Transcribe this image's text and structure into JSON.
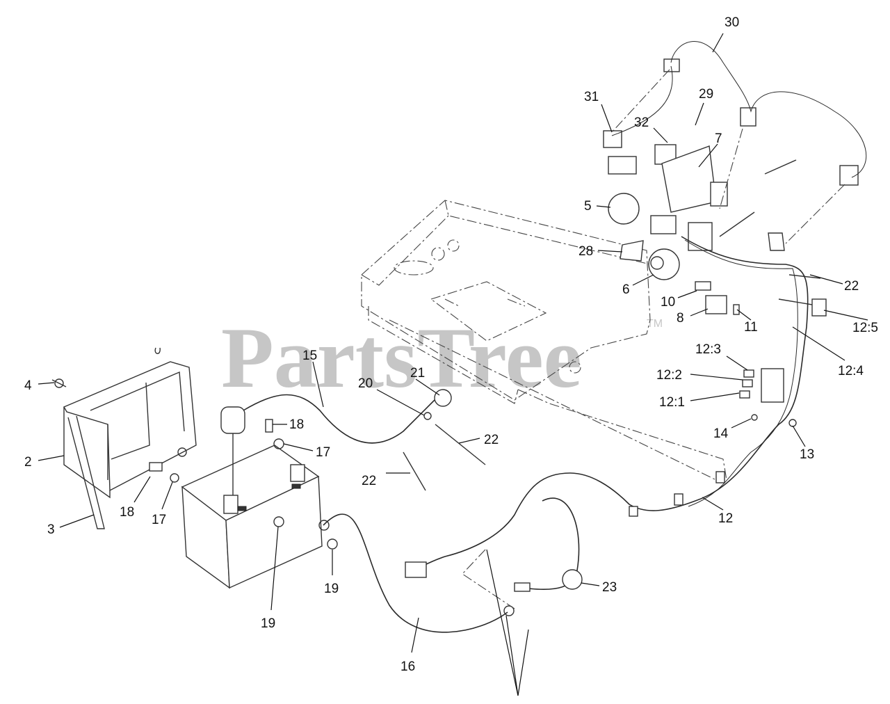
{
  "watermark": {
    "text": "PartsTree",
    "mark": "TM"
  },
  "callouts": [
    "2",
    "3",
    "4",
    "5",
    "6",
    "7",
    "8",
    "10",
    "11",
    "12",
    "12:1",
    "12:2",
    "12:3",
    "12:4",
    "12:5",
    "13",
    "14",
    "15",
    "16",
    "17",
    "18",
    "19",
    "20",
    "21",
    "22",
    "23",
    "28",
    "29",
    "30",
    "31",
    "32"
  ],
  "labels": {
    "l30": "30",
    "l31": "31",
    "l29": "29",
    "l32": "32",
    "l7": "7",
    "l5": "5",
    "l28": "28",
    "l6": "6",
    "l22a": "22",
    "l10": "10",
    "l8": "8",
    "l11": "11",
    "l12_5": "12:5",
    "l12_4": "12:4",
    "l12_3": "12:3",
    "l12_2": "12:2",
    "l12_1": "12:1",
    "l14": "14",
    "l13": "13",
    "l12": "12",
    "l23": "23",
    "l4": "4",
    "l2": "2",
    "l3": "3",
    "l15": "15",
    "l20": "20",
    "l21": "21",
    "l18a": "18",
    "l17a": "17",
    "l22b": "22",
    "l22c": "22",
    "l18b": "18",
    "l17b": "17",
    "l19a": "19",
    "l19b": "19",
    "l16": "16"
  }
}
